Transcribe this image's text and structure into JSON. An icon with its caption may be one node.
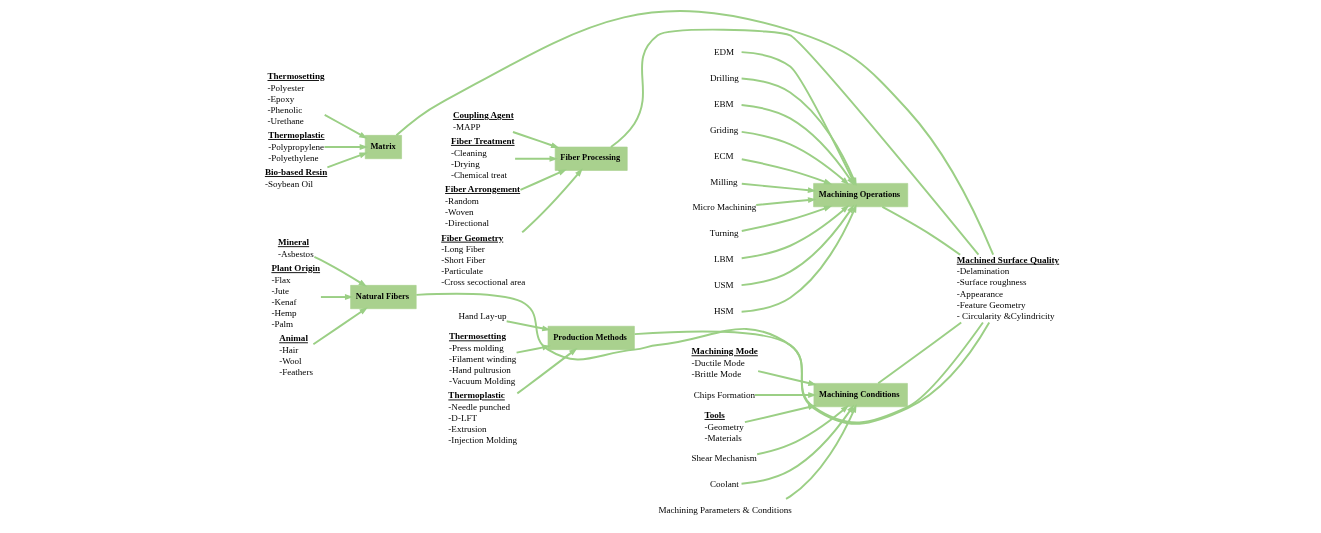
{
  "diagram": {
    "nodes": [
      {
        "text": [
          "Matrix"
        ]
      },
      {
        "text": [
          "Fiber Processing"
        ]
      },
      {
        "text": [
          "Machining Operations"
        ]
      },
      {
        "text": [
          "Thermosetting",
          "-Polyester",
          "-Epoxy",
          "-Phenolic",
          "-Urethane"
        ]
      },
      {
        "text": [
          "Thermoplastic",
          "-Polypropylene",
          "-Polyethylene"
        ]
      },
      {
        "text": [
          "Bio-based Resin",
          "-Soybean Oil"
        ]
      },
      {
        "text": [
          "Coupling Agent",
          "-MAPP"
        ]
      },
      {
        "text": [
          "Fiber Treatment",
          "-Cleaning",
          "-Drying",
          "-Chemical treat"
        ]
      },
      {
        "text": [
          "Fiber Arrongement",
          "-Random",
          "-Woven",
          "-Directional"
        ]
      },
      {
        "text": [
          "Fiber Geometry",
          "-Long Fiber",
          "-Short Fiber",
          "-Particulate",
          "-Cross secoctional area"
        ]
      },
      {
        "text": [
          "EDM"
        ]
      },
      {
        "text": [
          "Drilling"
        ]
      },
      {
        "text": [
          "EBM"
        ]
      },
      {
        "text": [
          "Griding"
        ]
      },
      {
        "text": [
          "ECM"
        ]
      },
      {
        "text": [
          "Milling"
        ]
      },
      {
        "text": [
          "Micro Machining"
        ]
      },
      {
        "text": [
          "Turning"
        ]
      },
      {
        "text": [
          "LBM"
        ]
      },
      {
        "text": [
          "USM"
        ]
      },
      {
        "text": [
          "HSM"
        ]
      },
      {
        "text": [
          "Machined Surface Quality",
          "-Delamination",
          "-Surface roughness",
          "-Appearance",
          "-Feature Geometry",
          "- Circularity &Cylindricity"
        ]
      },
      {
        "text": [
          "Mineral",
          "-Asbestos"
        ]
      },
      {
        "text": [
          "Plant Origin",
          "-Flax",
          "-Jute",
          "-Kenaf",
          "-Hemp",
          "-Palm"
        ]
      },
      {
        "text": [
          "Animal",
          "-Hair",
          "-Wool",
          "-Feathers"
        ]
      },
      {
        "text": [
          "Hand Lay-up"
        ]
      },
      {
        "text": [
          "Thermosetting",
          "-Press molding",
          "-Filament winding",
          "-Hand pultrusion",
          "-Vacuum Molding"
        ]
      },
      {
        "text": [
          "Thermoplastic",
          "-Needle punched",
          "-D-LFT",
          "-Extrusion",
          "-Injection Molding"
        ]
      },
      {
        "text": [
          "Machining Mode",
          "-Ductile Mode",
          "-Brittle Mode"
        ]
      },
      {
        "text": [
          "Chips Formation"
        ]
      },
      {
        "text": [
          "Tools",
          "-Geometry",
          "-Materials"
        ]
      },
      {
        "text": [
          "Shear Mechanism"
        ]
      },
      {
        "text": [
          "Coolant"
        ]
      },
      {
        "text": [
          "Machining Parameters & Conditions"
        ]
      },
      {
        "text": [
          "Natural Fibers"
        ]
      },
      {
        "text": [
          "Production Methods"
        ]
      },
      {
        "text": [
          "Machining Conditions"
        ]
      }
    ],
    "edges": [
      {
        "from": 0,
        "to": 21,
        "arrow": "none"
      },
      {
        "from": 1,
        "to": 21,
        "arrow": "none"
      },
      {
        "from": 2,
        "to": 21,
        "arrow": "none"
      },
      {
        "from": 34,
        "to": 21,
        "arrow": "none"
      },
      {
        "from": 35,
        "to": 21,
        "arrow": "none"
      },
      {
        "from": 36,
        "to": 21,
        "arrow": "none"
      },
      {
        "from": 3,
        "to": 0,
        "arrow": "to"
      },
      {
        "from": 4,
        "to": 0,
        "arrow": "to"
      },
      {
        "from": 5,
        "to": 0,
        "arrow": "to"
      },
      {
        "from": 6,
        "to": 1,
        "arrow": "to"
      },
      {
        "from": 7,
        "to": 1,
        "arrow": "to"
      },
      {
        "from": 8,
        "to": 1,
        "arrow": "to"
      },
      {
        "from": 9,
        "to": 1,
        "arrow": "to"
      },
      {
        "from": 10,
        "to": 2,
        "arrow": "to"
      },
      {
        "from": 11,
        "to": 2,
        "arrow": "to"
      },
      {
        "from": 12,
        "to": 2,
        "arrow": "to"
      },
      {
        "from": 13,
        "to": 2,
        "arrow": "to"
      },
      {
        "from": 14,
        "to": 2,
        "arrow": "to"
      },
      {
        "from": 15,
        "to": 2,
        "arrow": "to"
      },
      {
        "from": 16,
        "to": 2,
        "arrow": "to"
      },
      {
        "from": 17,
        "to": 2,
        "arrow": "to"
      },
      {
        "from": 18,
        "to": 2,
        "arrow": "to"
      },
      {
        "from": 19,
        "to": 2,
        "arrow": "to"
      },
      {
        "from": 20,
        "to": 2,
        "arrow": "to"
      },
      {
        "from": 22,
        "to": 34,
        "arrow": "to"
      },
      {
        "from": 23,
        "to": 34,
        "arrow": "to"
      },
      {
        "from": 24,
        "to": 34,
        "arrow": "to"
      },
      {
        "from": 25,
        "to": 35,
        "arrow": "to"
      },
      {
        "from": 26,
        "to": 35,
        "arrow": "to"
      },
      {
        "from": 27,
        "to": 35,
        "arrow": "to"
      },
      {
        "from": 28,
        "to": 36,
        "arrow": "to"
      },
      {
        "from": 29,
        "to": 36,
        "arrow": "to"
      },
      {
        "from": 30,
        "to": 36,
        "arrow": "to"
      },
      {
        "from": 31,
        "to": 36,
        "arrow": "to"
      },
      {
        "from": 32,
        "to": 36,
        "arrow": "to"
      },
      {
        "from": 33,
        "to": 36,
        "arrow": "to"
      }
    ]
  }
}
